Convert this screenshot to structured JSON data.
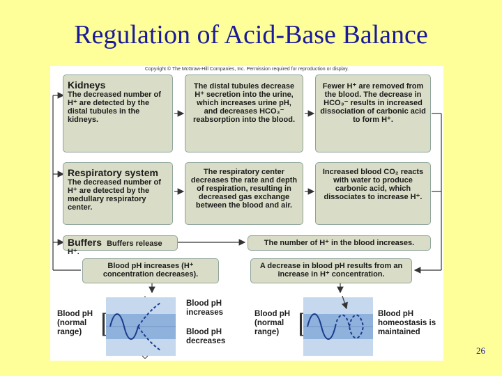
{
  "slide": {
    "title": "Regulation of Acid-Base Balance",
    "page_number": "26"
  },
  "figure": {
    "copyright": "Copyright © The McGraw-Hill Companies, Inc. Permission required for reproduction or display.",
    "kidneys": {
      "heading": "Kidneys",
      "text": "The decreased number of H⁺ are detected by the distal tubules in the kidneys.",
      "step2": "The distal tubules decrease H⁺ secretion into the urine, which increases urine pH, and decreases HCO₃⁻ reabsorption into the blood.",
      "step3": "Fewer H⁺ are removed from the blood. The decrease in HCO₃⁻ results in increased dissociation of carbonic acid to form H⁺."
    },
    "respiratory": {
      "heading": "Respiratory system",
      "text": "The decreased number of H⁺ are detected by the medullary respiratory center.",
      "step2": "The respiratory center decreases the rate and depth of respiration, resulting in decreased gas exchange between the blood and air.",
      "step3": "Increased blood CO₂ reacts with water to produce carbonic acid, which dissociates to increase H⁺."
    },
    "buffers": {
      "heading": "Buffers",
      "text": "Buffers release H⁺.",
      "result": "The number of H⁺ in the blood increases."
    },
    "ph_increase": "Blood pH increases (H⁺ concentration decreases).",
    "ph_decrease": "A decrease in blood pH results from an increase in H⁺ concentration.",
    "graph_left": {
      "label": "Blood pH (normal range)",
      "up_label": "Blood pH increases",
      "down_label": "Blood pH decreases"
    },
    "graph_right": {
      "label": "Blood pH (normal range)",
      "result_label": "Blood pH homeostasis is maintained"
    },
    "colors": {
      "box_fill": "#d9dcc6",
      "box_border": "#8da39a",
      "band_light": "#c6d8ee",
      "band_mid": "#8fb2dc",
      "wave": "#1a3a8c"
    }
  }
}
